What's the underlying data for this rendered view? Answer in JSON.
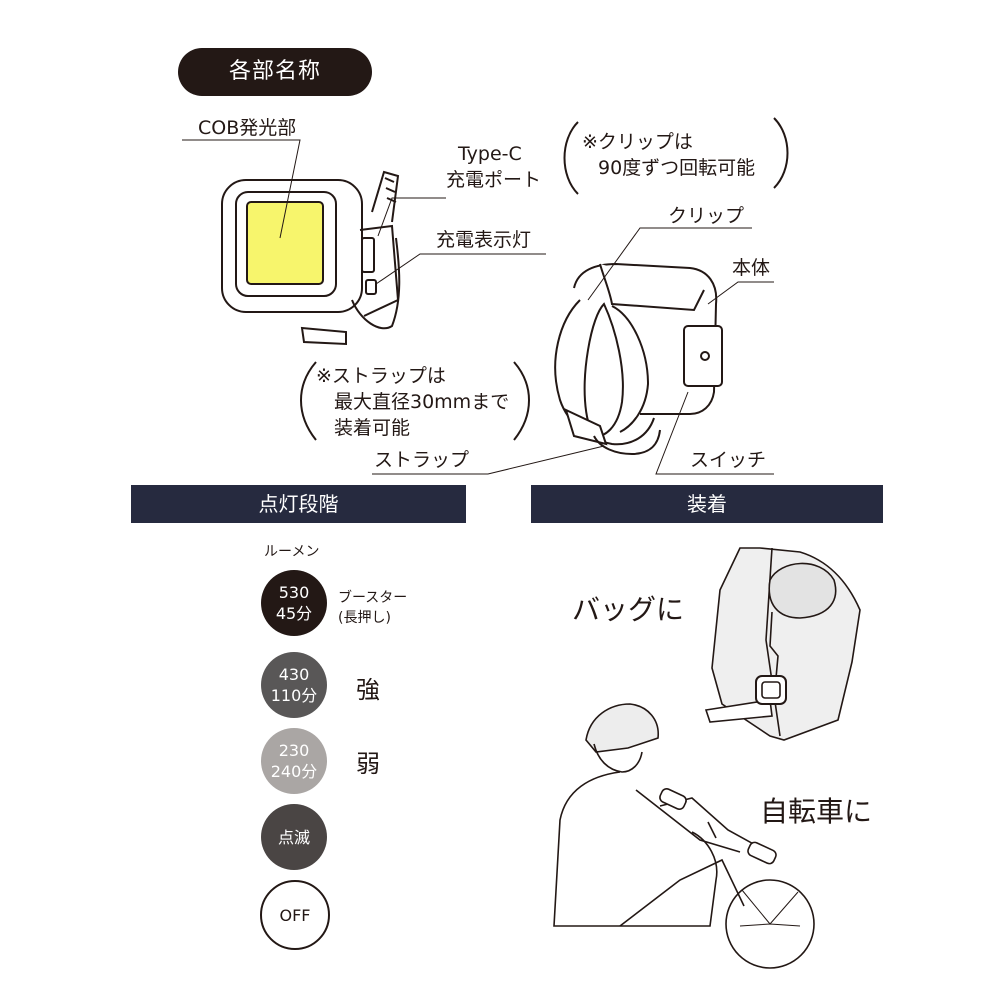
{
  "section_parts": {
    "title": "各部名称",
    "labels": {
      "cob": "COB発光部",
      "type_c_1": "Type-C",
      "type_c_2": "充電ポート",
      "charge_lamp": "充電表示灯",
      "clip": "クリップ",
      "body": "本体",
      "switch": "スイッチ",
      "strap": "ストラップ"
    },
    "notes": {
      "clip_note_1": "※クリップは",
      "clip_note_2": "90度ずつ回転可能",
      "strap_note_1": "※ストラップは",
      "strap_note_2": "最大直径30mmまで",
      "strap_note_3": "装着可能"
    }
  },
  "section_levels": {
    "title": "点灯段階",
    "unit_label": "ルーメン",
    "levels": [
      {
        "line1": "530",
        "line2": "45分",
        "desc1": "ブースター",
        "desc2": "(長押し)",
        "color": "#231815"
      },
      {
        "line1": "430",
        "line2": "110分",
        "desc1": "強",
        "color": "#595757"
      },
      {
        "line1": "230",
        "line2": "240分",
        "desc1": "弱",
        "color": "#aaa6a4"
      },
      {
        "line1": "点滅",
        "color": "#4a4544"
      },
      {
        "line1": "OFF",
        "color": "#ffffff"
      }
    ]
  },
  "section_mount": {
    "title": "装着",
    "bag_label": "バッグに",
    "bike_label": "自転車に"
  },
  "colors": {
    "dark": "#231815",
    "navy": "#262a3f",
    "led_yellow": "#f7f56c",
    "illustration_gray": "#e8e8e8"
  }
}
